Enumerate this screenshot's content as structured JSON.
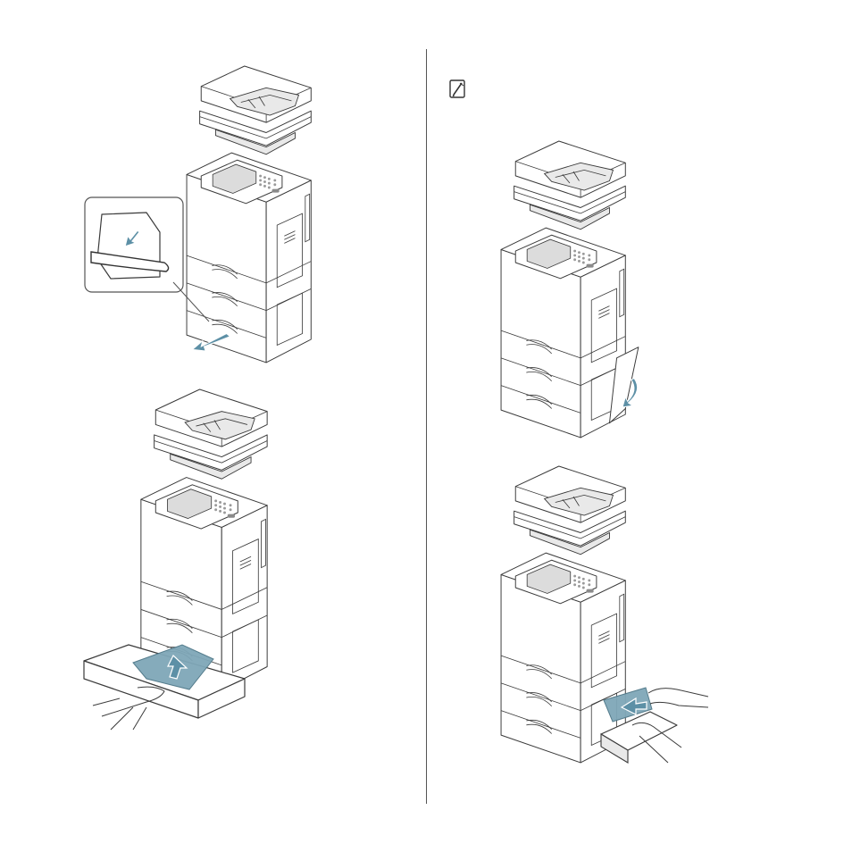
{
  "page": {},
  "figures": [
    {
      "name": "printer-open-tray-4"
    },
    {
      "name": "printer-remove-jam-from-tray"
    },
    {
      "name": "printer-open-side-cover"
    },
    {
      "name": "printer-pull-jammed-paper-side"
    }
  ],
  "icons": {
    "note": "note-pencil-icon"
  },
  "colors": {
    "paper": "#7fa7b8",
    "arrow": "#5d90a6",
    "line": "#3a3a3a"
  }
}
